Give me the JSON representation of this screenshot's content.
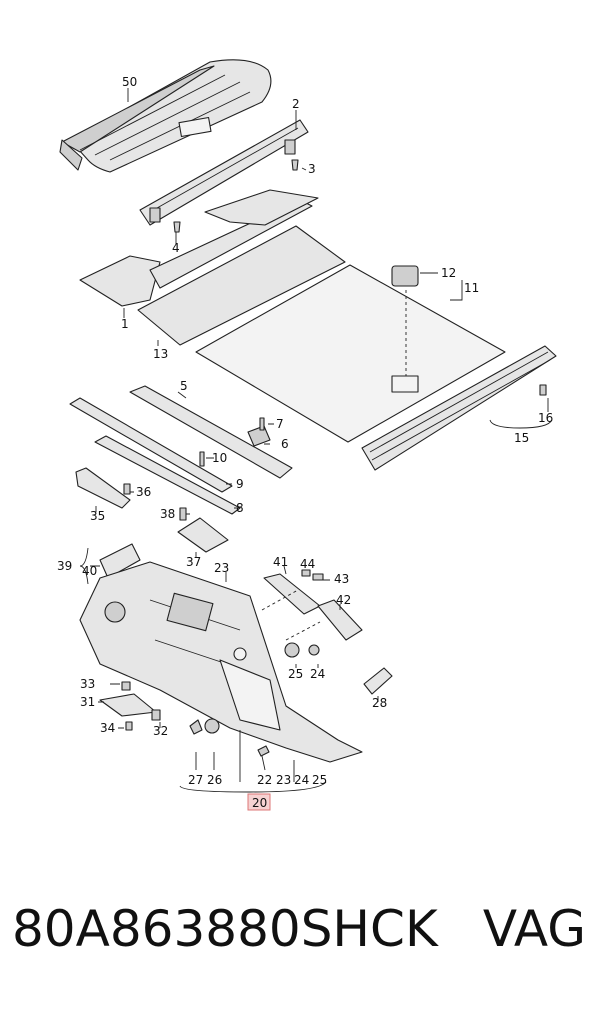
{
  "diagram": {
    "callouts": [
      "50",
      "2",
      "3",
      "4",
      "1",
      "12",
      "11",
      "13",
      "5",
      "7",
      "6",
      "16",
      "15",
      "10",
      "9",
      "36",
      "8",
      "35",
      "38",
      "37",
      "23",
      "41",
      "44",
      "43",
      "42",
      "39",
      "40",
      "25",
      "24",
      "33",
      "28",
      "31",
      "34",
      "32",
      "27",
      "26",
      "22",
      "23",
      "24",
      "25",
      "20"
    ],
    "highlighted_callout": "20"
  },
  "footer": {
    "part_number": "80A863880SHCK",
    "brand": "VAG"
  },
  "colors": {
    "highlight_fill": "#f6d2d2",
    "highlight_stroke": "#dd7777"
  }
}
